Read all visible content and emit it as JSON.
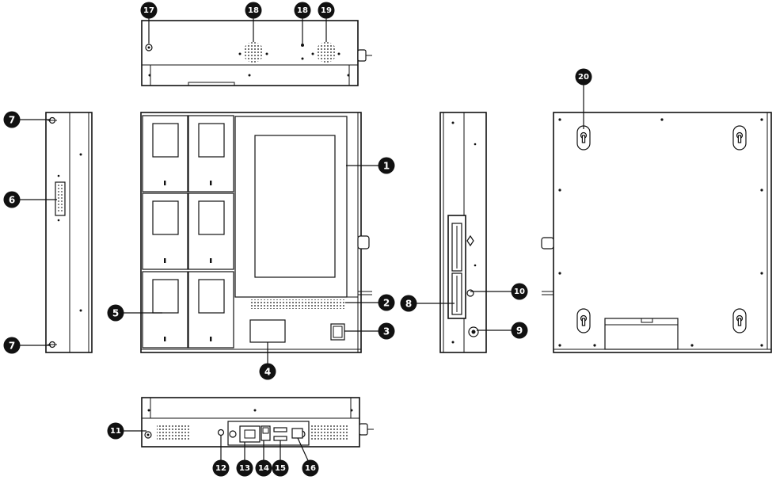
{
  "colors": {
    "ink": "#111111",
    "paper": "#ffffff"
  },
  "callouts": [
    {
      "label": "1"
    },
    {
      "label": "2"
    },
    {
      "label": "3"
    },
    {
      "label": "4"
    },
    {
      "label": "5"
    },
    {
      "label": "6"
    },
    {
      "label": "7"
    },
    {
      "label": "7"
    },
    {
      "label": "8"
    },
    {
      "label": "9"
    },
    {
      "label": "10"
    },
    {
      "label": "11"
    },
    {
      "label": "12"
    },
    {
      "label": "13"
    },
    {
      "label": "14"
    },
    {
      "label": "15"
    },
    {
      "label": "16"
    },
    {
      "label": "17"
    },
    {
      "label": "18"
    },
    {
      "label": "18"
    },
    {
      "label": "19"
    },
    {
      "label": "20"
    }
  ]
}
